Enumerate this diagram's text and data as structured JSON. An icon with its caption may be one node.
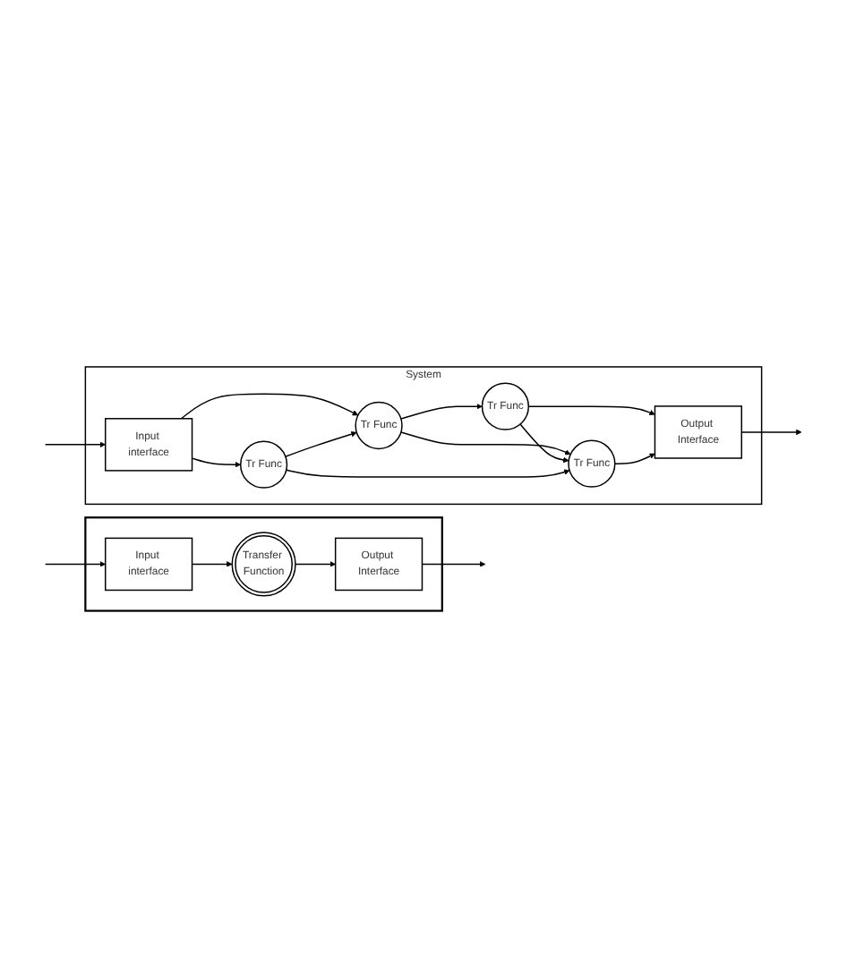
{
  "diagram": {
    "nodes": [
      {
        "text": [],
        "shape": "box"
      },
      {
        "text": [
          "Input interface"
        ],
        "in": 0
      },
      {
        "text": [
          "Transfer Function"
        ],
        "in": 0
      },
      {
        "text": [
          "Output Interface"
        ],
        "in": 0
      },
      {
        "text": [
          "System"
        ]
      },
      {
        "text": [
          "Input interface"
        ],
        "in": 4
      },
      {
        "text": [
          "Tr Func"
        ],
        "in": 4
      },
      {
        "text": [
          "Tr Func"
        ],
        "in": 4
      },
      {
        "text": [
          "Tr Func"
        ],
        "in": 4
      },
      {
        "text": [
          "Tr Func"
        ],
        "in": 4
      },
      {
        "text": [
          "Output Interface"
        ],
        "in": 4
      }
    ],
    "edges": [
      {
        "from": null,
        "to": 1,
        "arrow": "to"
      },
      {
        "from": 1,
        "to": 2,
        "arrow": "to"
      },
      {
        "from": 2,
        "to": 3,
        "arrow": "to"
      },
      {
        "from": 3,
        "to": null,
        "arrow": "to"
      },
      {
        "from": null,
        "to": 5,
        "arrow": "to"
      },
      {
        "from": 5,
        "to": 6,
        "arrow": "to"
      },
      {
        "from": 5,
        "to": 8,
        "arrow": "to"
      },
      {
        "from": 6,
        "to": 7,
        "arrow": "to"
      },
      {
        "from": 8,
        "to": 6,
        "arrow": "to"
      },
      {
        "from": 6,
        "to": 9,
        "arrow": "to"
      },
      {
        "from": 7,
        "to": 9,
        "arrow": "to"
      },
      {
        "from": 7,
        "to": 10,
        "arrow": "to"
      },
      {
        "from": 8,
        "to": 9,
        "arrow": "to"
      },
      {
        "from": 9,
        "to": 10,
        "arrow": "to"
      },
      {
        "from": 10,
        "to": null,
        "arrow": "to"
      }
    ]
  }
}
